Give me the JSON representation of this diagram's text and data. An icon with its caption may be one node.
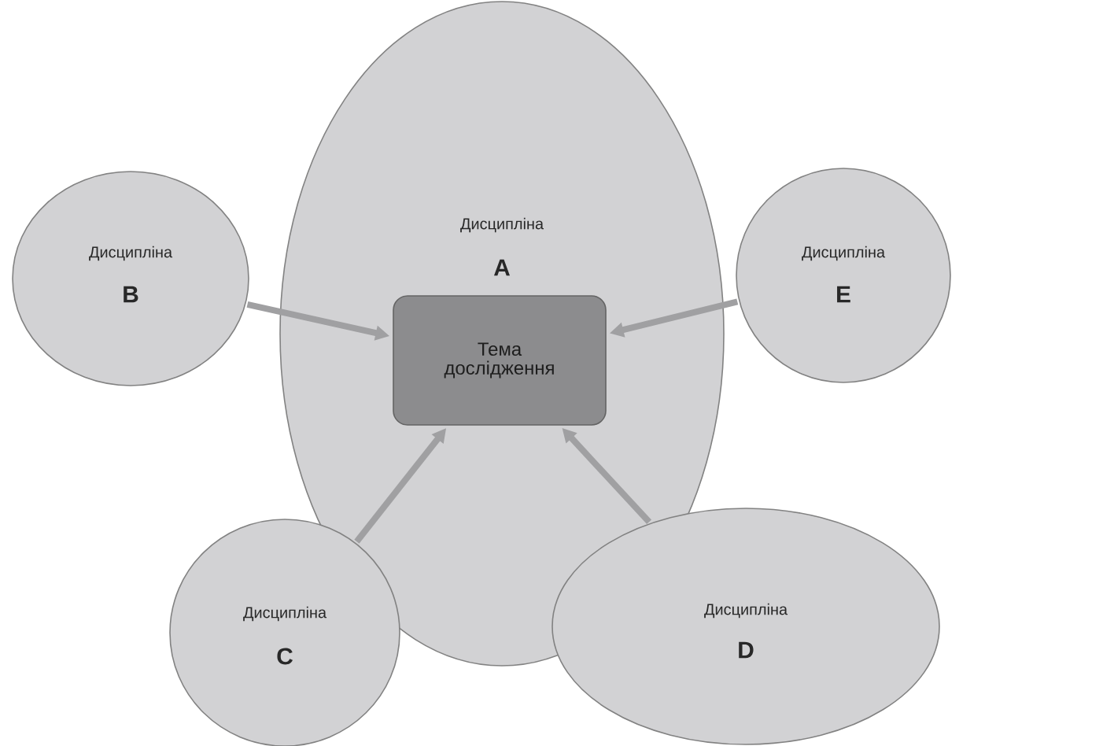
{
  "diagram": {
    "nodes": [
      {
        "text": [
          "Дисципліна",
          "A"
        ]
      },
      {
        "text": [
          "Дисципліна",
          "B"
        ]
      },
      {
        "text": [
          "Дисципліна",
          "E"
        ]
      },
      {
        "text": [
          "Тема дослідження"
        ],
        "in": 0
      },
      {
        "text": [
          "Дисципліна",
          "C"
        ]
      },
      {
        "text": [
          "Дисципліна",
          "D"
        ]
      }
    ],
    "edges": [
      {
        "from": 1,
        "to": 3,
        "arrow": "to"
      },
      {
        "from": 2,
        "to": 3,
        "arrow": "to"
      },
      {
        "from": 4,
        "to": 3,
        "arrow": "to"
      },
      {
        "from": 5,
        "to": 3,
        "arrow": "to"
      }
    ]
  }
}
